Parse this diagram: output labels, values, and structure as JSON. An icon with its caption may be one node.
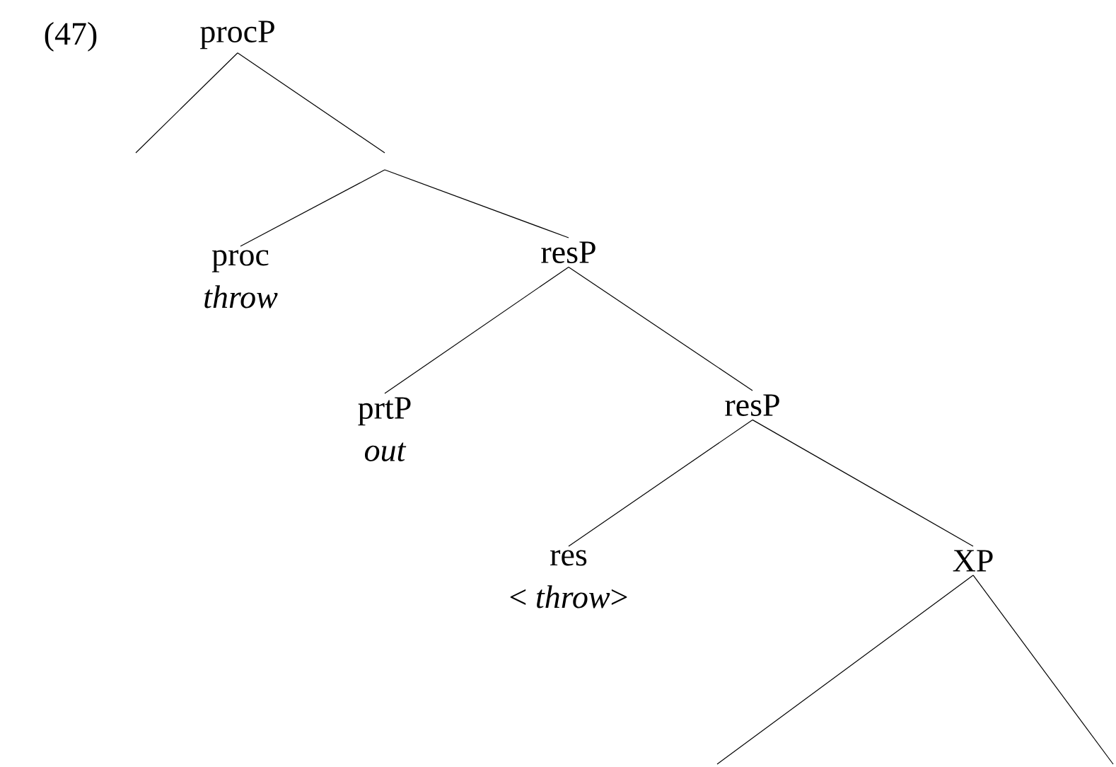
{
  "diagram": {
    "nodes": [
      {
        "text": [
          "procP"
        ]
      },
      {
        "text": [
          "proc",
          "throw"
        ]
      },
      {
        "text": [
          "resP"
        ]
      },
      {
        "text": [
          "prtP",
          "out"
        ]
      },
      {
        "text": [
          "resP"
        ]
      },
      {
        "text": [
          "res",
          "< *throw*>"
        ]
      },
      {
        "text": [
          "XP"
        ]
      }
    ],
    "edges": [
      {
        "from": 0,
        "to": null,
        "arrow": "none"
      },
      {
        "from": 0,
        "to": null,
        "arrow": "none"
      },
      {
        "from": null,
        "to": 1,
        "arrow": "none"
      },
      {
        "from": null,
        "to": 2,
        "arrow": "none"
      },
      {
        "from": 2,
        "to": 3,
        "arrow": "none"
      },
      {
        "from": 2,
        "to": 4,
        "arrow": "none"
      },
      {
        "from": 4,
        "to": 5,
        "arrow": "none"
      },
      {
        "from": 4,
        "to": 6,
        "arrow": "none"
      },
      {
        "from": 6,
        "to": null,
        "arrow": "none"
      },
      {
        "from": 6,
        "to": null,
        "arrow": "none"
      }
    ],
    "labels": [
      "(47)"
    ]
  }
}
